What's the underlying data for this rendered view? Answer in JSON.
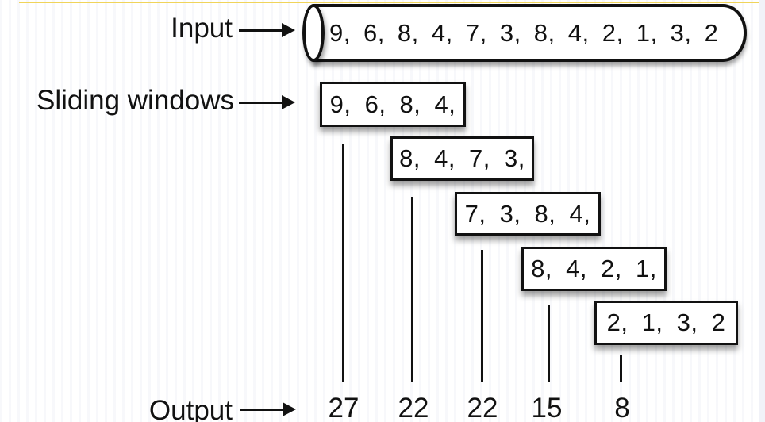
{
  "colors": {
    "ink": "#111111",
    "top_line": "#f0d45a",
    "right_strip": "#f1f2f8"
  },
  "input": {
    "label": "Input",
    "stream": "9, 6, 8, 4, 7, 3, 8, 4, 2, 1, 3, 2"
  },
  "sliding_windows": {
    "label": "Sliding windows",
    "windows": [
      "9, 6, 8, 4,",
      "8, 4, 7, 3,",
      "7, 3, 8, 4,",
      "8, 4, 2, 1,",
      "2, 1, 3, 2"
    ]
  },
  "output": {
    "label": "Output",
    "values": [
      "27",
      "22",
      "22",
      "15",
      "8"
    ]
  }
}
